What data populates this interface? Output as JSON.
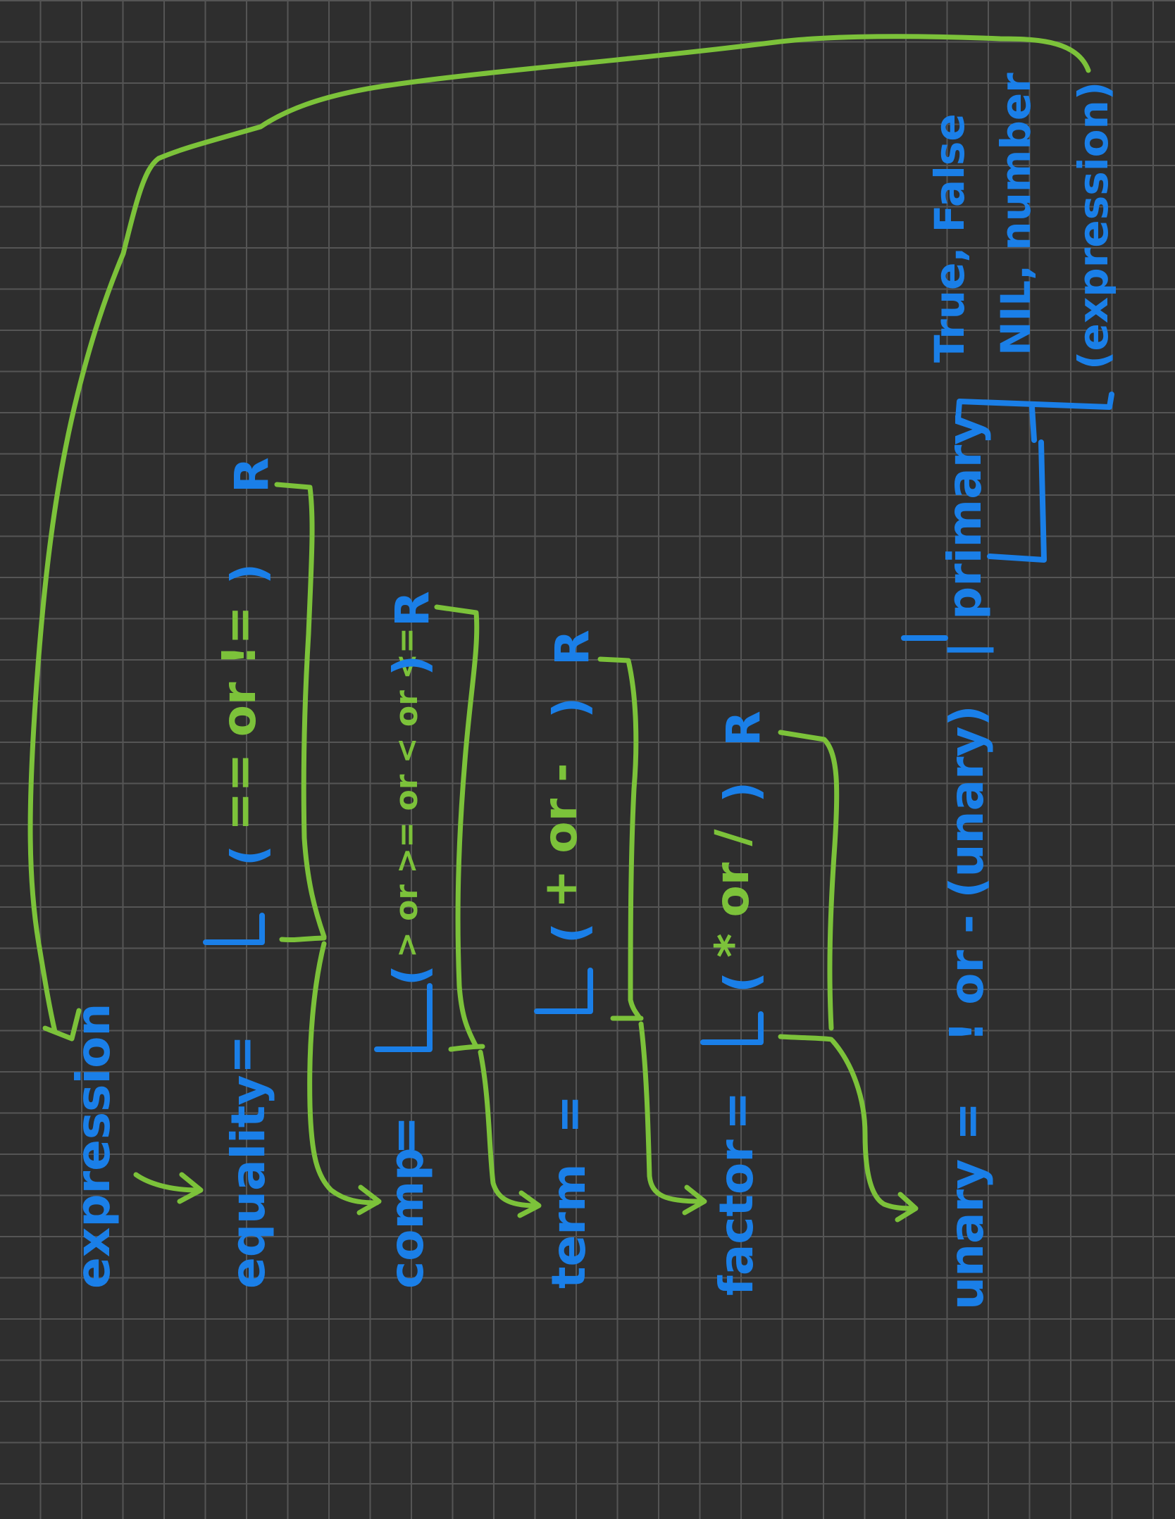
{
  "rules": {
    "expression": {
      "name": "expression"
    },
    "equality": {
      "name": "equality",
      "eq": "=",
      "L": "L",
      "paren_open": "(",
      "ops": "== or !=",
      "paren_close": ")",
      "R": "R"
    },
    "comp": {
      "name": "comp",
      "eq": "=",
      "L": "L",
      "paren_open": "(",
      "ops": "> or >= or < or <=",
      "paren_close": ")",
      "R": "R"
    },
    "term": {
      "name": "term",
      "eq": "=",
      "L": "L",
      "paren_open": "(",
      "ops": "+ or -",
      "paren_close": ")",
      "R": "R"
    },
    "factor": {
      "name": "factor",
      "eq": "=",
      "L": "L",
      "paren_open": "(",
      "ops": "* or /",
      "paren_close": ")",
      "R": "R"
    },
    "unary": {
      "name": "unary",
      "eq": "=",
      "ops": "! or - (unary)",
      "separator": "|",
      "primary": "primary"
    },
    "primary_options": {
      "line1": "True, False",
      "line2": "NIL, number",
      "line3": "(expression)"
    }
  },
  "colors": {
    "background": "#2e2e2e",
    "grid": "#555555",
    "text_blue": "#1a7fe8",
    "arrow_green": "#7cc23a"
  }
}
